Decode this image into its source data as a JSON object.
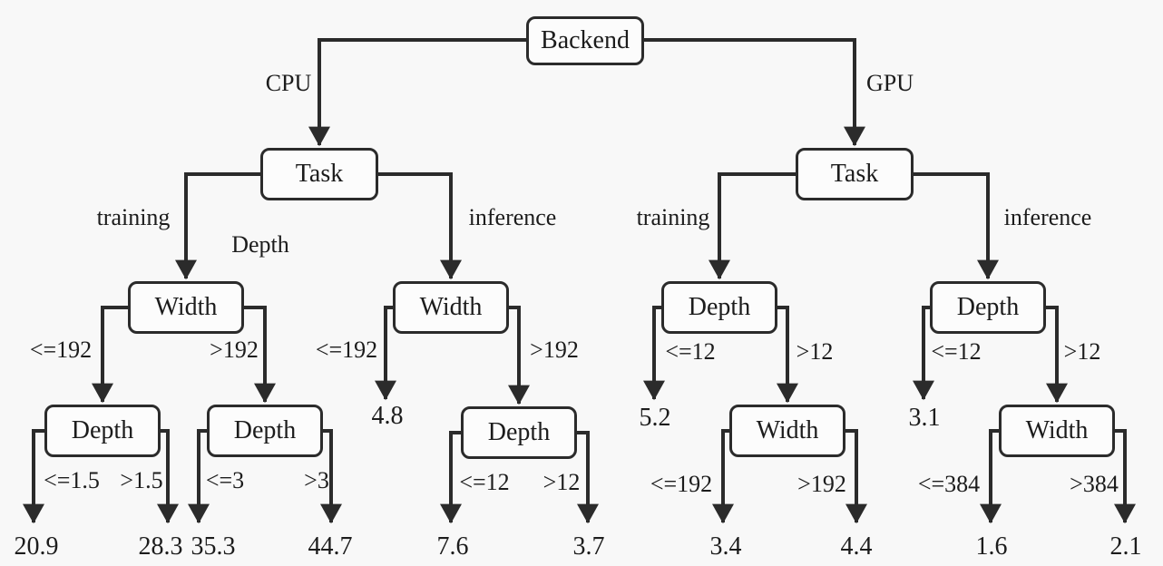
{
  "colors": {
    "line": "#2b2b2b",
    "text": "#1c1c1c",
    "background": "#f8f8f8",
    "node_fill": "#fcfcfc"
  },
  "tree": {
    "root": "Backend",
    "cpu": {
      "edge": "CPU",
      "node": "Task",
      "stray_label": "Depth",
      "training": {
        "edge": "training",
        "node": "Width",
        "le": {
          "edge": "<=192",
          "node": "Depth",
          "le": {
            "edge": "<=1.5",
            "value": "20.9"
          },
          "gt": {
            "edge": ">1.5",
            "value": "28.3"
          }
        },
        "gt": {
          "edge": ">192",
          "node": "Depth",
          "le": {
            "edge": "<=3",
            "value": "35.3"
          },
          "gt": {
            "edge": ">3",
            "value": "44.7"
          }
        }
      },
      "inference": {
        "edge": "inference",
        "node": "Width",
        "le": {
          "edge": "<=192",
          "value": "4.8"
        },
        "gt": {
          "edge": ">192",
          "node": "Depth",
          "le": {
            "edge": "<=12",
            "value": "7.6"
          },
          "gt": {
            "edge": ">12",
            "value": "3.7"
          }
        }
      }
    },
    "gpu": {
      "edge": "GPU",
      "node": "Task",
      "training": {
        "edge": "training",
        "node": "Depth",
        "le": {
          "edge": "<=12",
          "value": "5.2"
        },
        "gt": {
          "edge": ">12",
          "node": "Width",
          "le": {
            "edge": "<=192",
            "value": "3.4"
          },
          "gt": {
            "edge": ">192",
            "value": "4.4"
          }
        }
      },
      "inference": {
        "edge": "inference",
        "node": "Depth",
        "le": {
          "edge": "<=12",
          "value": "3.1"
        },
        "gt": {
          "edge": ">12",
          "node": "Width",
          "le": {
            "edge": "<=384",
            "value": "1.6"
          },
          "gt": {
            "edge": ">384",
            "value": "2.1"
          }
        }
      }
    }
  }
}
